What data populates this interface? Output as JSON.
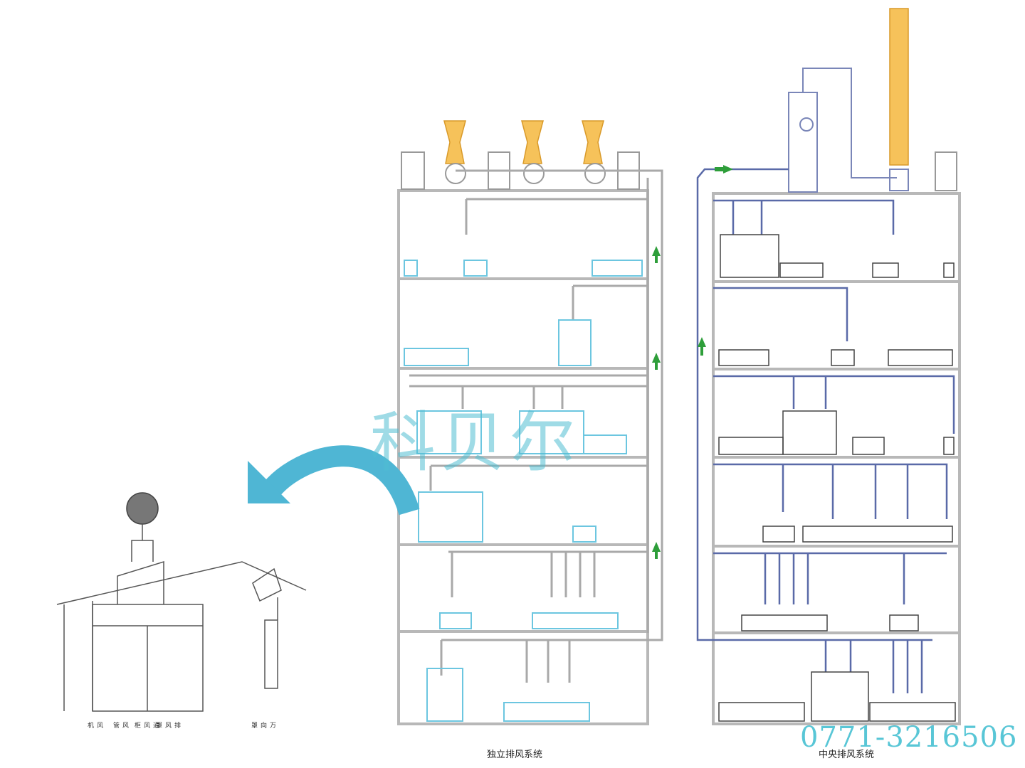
{
  "captions": {
    "left_system": "独立排风系统",
    "right_system": "中央排风系统"
  },
  "watermark": "科贝尔",
  "phone": "0771-3216506",
  "detail_labels": [
    "风机",
    "风管",
    "通风柜",
    "排风罩",
    "万向罩"
  ],
  "colors": {
    "duct_blue": "#5a6aa8",
    "furniture_cyan": "#6cc6e0",
    "arrow_cyan": "#4fb6d4",
    "fan_orange": "#f0b040",
    "flow_green": "#2e9e3a",
    "floor_gray": "#b8b8b8"
  }
}
